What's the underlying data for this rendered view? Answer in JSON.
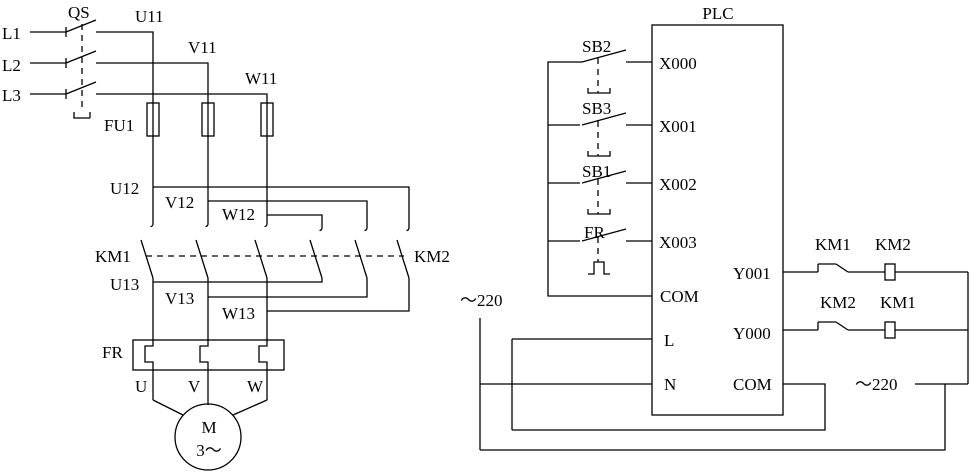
{
  "motor_circuit": {
    "phases": [
      "L1",
      "L2",
      "L3"
    ],
    "switch": "QS",
    "fuse": "FU1",
    "nodes_1": [
      "U11",
      "V11",
      "W11"
    ],
    "nodes_2": [
      "U12",
      "V12",
      "W12"
    ],
    "nodes_3": [
      "U13",
      "V13",
      "W13"
    ],
    "contactor_1": "KM1",
    "contactor_2": "KM2",
    "overload": "FR",
    "motor_terminals": [
      "U",
      "V",
      "W"
    ],
    "motor": {
      "label": "M",
      "spec": "3～"
    }
  },
  "plc_circuit": {
    "title": "PLC",
    "buttons": [
      "SB2",
      "SB3",
      "SB1"
    ],
    "relay_contact": "FR",
    "inputs": [
      "X000",
      "X001",
      "X002",
      "X003"
    ],
    "input_com": "COM",
    "power_terms": [
      "L",
      "N"
    ],
    "outputs": [
      "Y001",
      "Y000"
    ],
    "output_com": "COM",
    "supply_left": "～220",
    "supply_right": "～220",
    "interlock_1": {
      "contact": "KM1",
      "coil": "KM2"
    },
    "interlock_2": {
      "contact": "KM2",
      "coil": "KM1"
    }
  }
}
